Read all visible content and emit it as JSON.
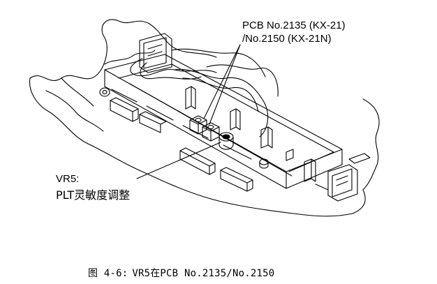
{
  "labels": {
    "pcb_line1": "PCB No.2135 (KX-21)",
    "pcb_line2": "/No.2150 (KX-21N)",
    "vr5_line1": "VR5:",
    "vr5_line2": "PLT灵敏度调整"
  },
  "caption": {
    "prefix": "图 4-6:",
    "text": "VR5在PCB No.2135/No.2150"
  }
}
